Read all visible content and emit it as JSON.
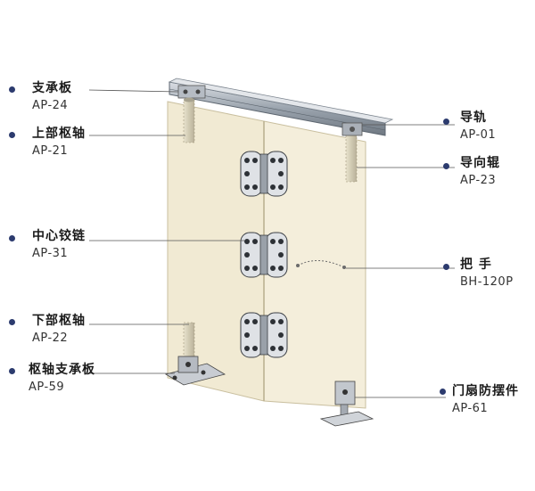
{
  "accent_color": "#2c3b6e",
  "panel_color": "#f1ead3",
  "labels": {
    "support_plate": {
      "name": "支承板",
      "code": "AP-24"
    },
    "upper_pivot": {
      "name": "上部枢轴",
      "code": "AP-21"
    },
    "center_hinge": {
      "name": "中心铰链",
      "code": "AP-31"
    },
    "lower_pivot": {
      "name": "下部枢轴",
      "code": "AP-22"
    },
    "pivot_support_plate": {
      "name": "枢轴支承板",
      "code": "AP-59"
    },
    "track": {
      "name": "导轨",
      "code": "AP-01"
    },
    "guide_roller": {
      "name": "导向辊",
      "code": "AP-23"
    },
    "handle": {
      "name": "把 手",
      "code": "BH-120P"
    },
    "door_stop": {
      "name": "门扇防摆件",
      "code": "AP-61"
    }
  }
}
